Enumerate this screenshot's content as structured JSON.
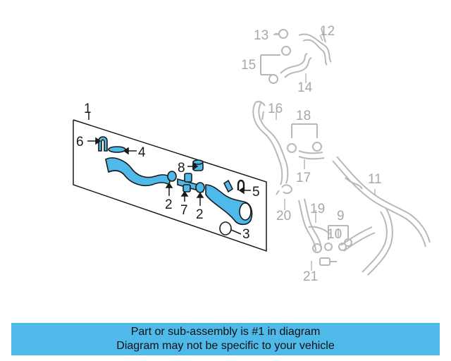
{
  "diagram": {
    "main_callouts": [
      "1",
      "2",
      "2",
      "3",
      "4",
      "5",
      "6",
      "7",
      "8"
    ],
    "gray_callouts": [
      "9",
      "10",
      "11",
      "12",
      "13",
      "14",
      "15",
      "16",
      "17",
      "18",
      "19",
      "20",
      "21"
    ],
    "colors": {
      "highlight_part": "#4fb9ea",
      "outline": "#1a1a1a",
      "gray_part": "#b8b8b8"
    }
  },
  "banner": {
    "line1": "Part or sub-assembly is #1 in diagram",
    "line2": "Diagram may not be specific to your vehicle",
    "color": "#4fb9ea"
  }
}
